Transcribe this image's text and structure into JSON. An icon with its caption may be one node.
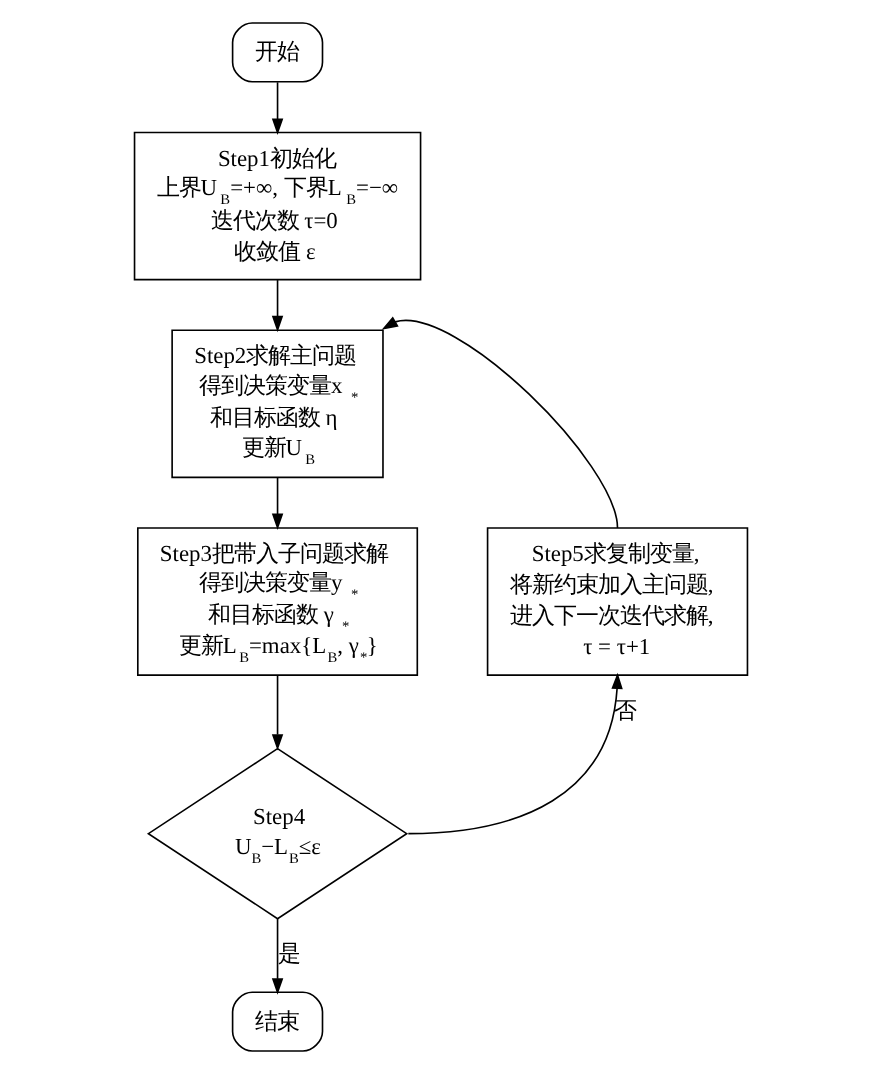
{
  "diagram": {
    "nodes": [
      {
        "text": [
          "开始"
        ]
      },
      {
        "text": [
          "Step1初始化",
          "上界U$_{B}$=+∞, 下界L$_{B}$=−∞",
          "迭代次数 τ=0",
          "收敛值 ε"
        ]
      },
      {
        "text": [
          "Step2求解主问题",
          "得到决策变量x$_{*}$",
          "和目标函数 η",
          "更新U$_{B}$"
        ]
      },
      {
        "text": [
          "Step3把带入子问题求解",
          "得到决策变量y$_{*}$",
          "和目标函数 γ$_{*}$",
          "更新L$_{B}$=max{L$_{B}$, γ$_{*}$}"
        ]
      },
      {
        "text": [
          "Step4",
          "U$_{B}$−L$_{B}$≤ε"
        ]
      },
      {
        "text": [
          "结束"
        ]
      },
      {
        "text": [
          "Step5求复制变量,",
          "将新约束加入主问题,",
          "进入下一次迭代求解,",
          "τ = τ+1"
        ]
      }
    ],
    "edges": [
      {
        "from": 0,
        "to": 1,
        "arrow": "to"
      },
      {
        "from": 1,
        "to": 2,
        "arrow": "to"
      },
      {
        "from": 2,
        "to": 3,
        "arrow": "to"
      },
      {
        "from": 3,
        "to": 4,
        "arrow": "to"
      },
      {
        "from": 4,
        "to": 5,
        "arrow": "to",
        "label": "是"
      },
      {
        "from": 4,
        "to": 6,
        "arrow": "to",
        "label": "否"
      },
      {
        "from": 6,
        "to": 2,
        "arrow": "to"
      }
    ]
  }
}
